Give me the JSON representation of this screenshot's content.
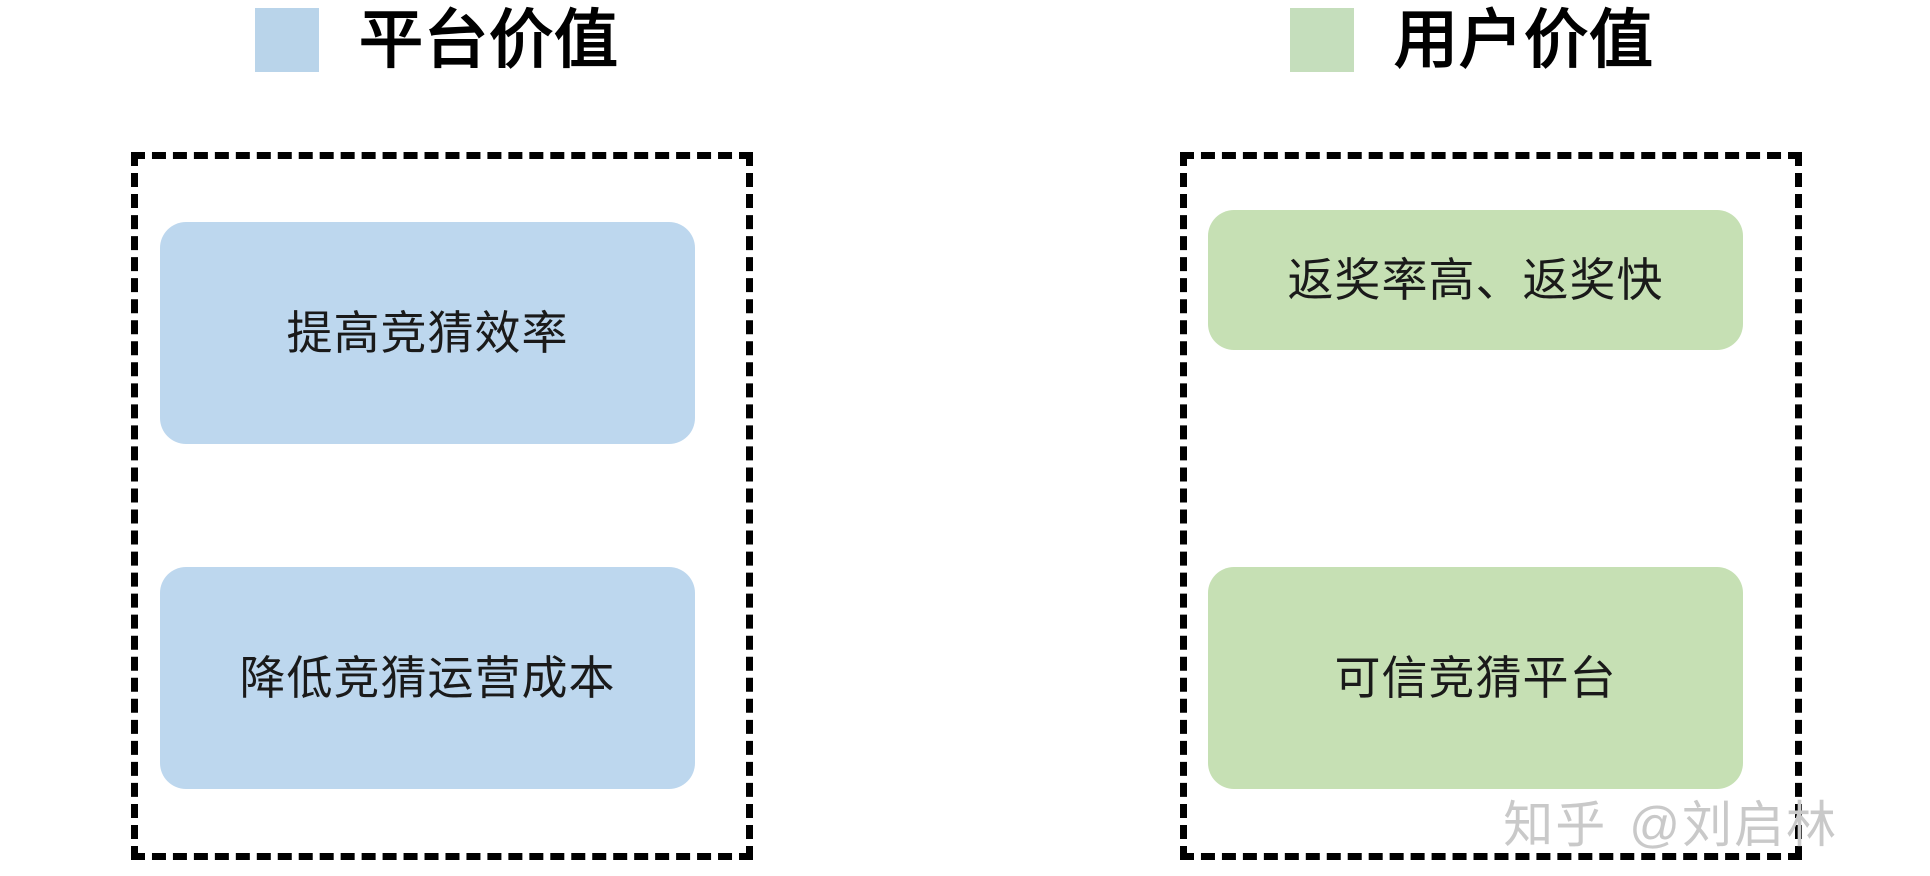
{
  "columns": [
    {
      "id": "platform-value",
      "swatch_color": "#b9d4ea",
      "title": "平台价值",
      "cards": [
        {
          "label": "提高竞猜效率",
          "color": "#bdd7ee"
        },
        {
          "label": "降低竞猜运营成本",
          "color": "#bdd7ee"
        }
      ]
    },
    {
      "id": "user-value",
      "swatch_color": "#c5debc",
      "title": "用户价值",
      "cards": [
        {
          "label": "返奖率高、返奖快",
          "color": "#c6e0b4"
        },
        {
          "label": "可信竞猜平台",
          "color": "#c6e0b4"
        }
      ]
    }
  ],
  "watermark": {
    "brand": "知乎",
    "handle": "@刘启林"
  },
  "style": {
    "background": "#ffffff",
    "border_color": "#000000",
    "text_color": "#1a1a1a",
    "watermark_color": "#c9c9c9"
  }
}
